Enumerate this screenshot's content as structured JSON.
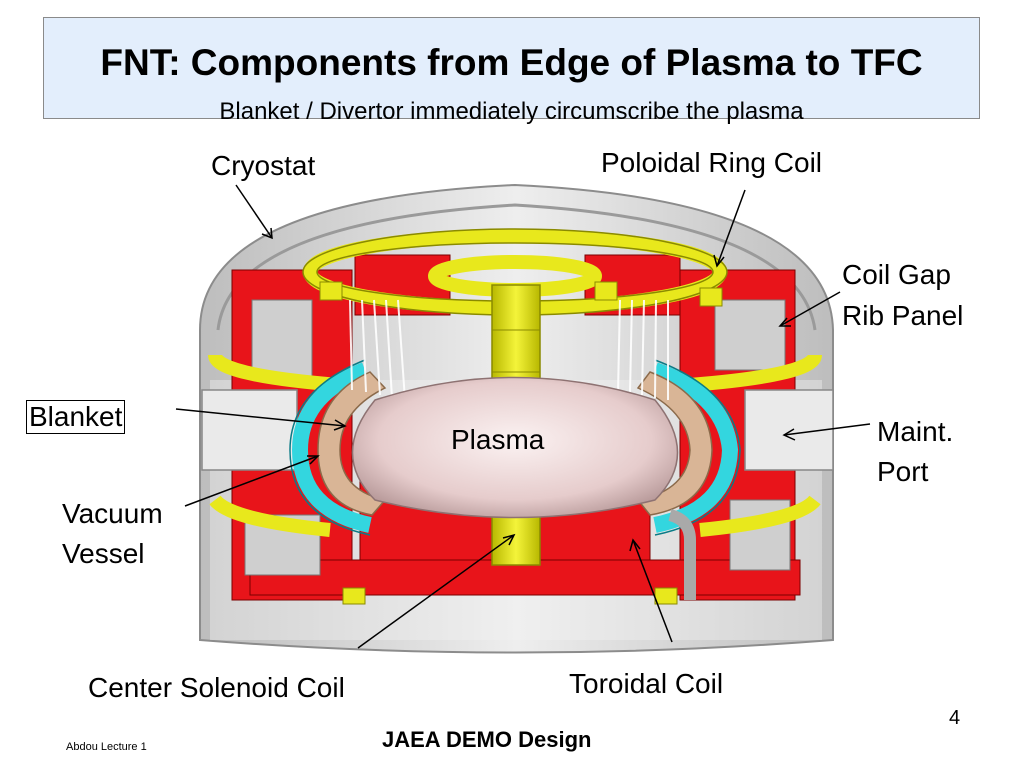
{
  "header": {
    "title": "FNT: Components from Edge of Plasma to TFC",
    "subtitle": "Blanket / Divertor immediately circumscribe the plasma"
  },
  "labels": {
    "cryostat": "Cryostat",
    "poloidal_ring_coil": "Poloidal Ring Coil",
    "coil_gap_line1": "Coil Gap",
    "coil_gap_line2": "Rib Panel",
    "blanket": "Blanket",
    "plasma": "Plasma",
    "maint_line1": "Maint.",
    "maint_line2": "Port",
    "vacuum_line1": "Vacuum",
    "vacuum_line2": "Vessel",
    "center_solenoid": "Center Solenoid Coil",
    "toroidal_coil": "Toroidal Coil"
  },
  "footer": {
    "author": "Abdou Lecture 1",
    "caption": "JAEA DEMO Design",
    "page": "4"
  },
  "colors": {
    "title_bg": "#e3eefc",
    "coil_red": "#e8141a",
    "coil_yellow": "#e8e81c",
    "vessel_cyan": "#33d6df",
    "blanket_tan": "#d9b596",
    "plasma_pink": "#e8d2d2",
    "cryostat_gray": "#d6d6d6"
  }
}
